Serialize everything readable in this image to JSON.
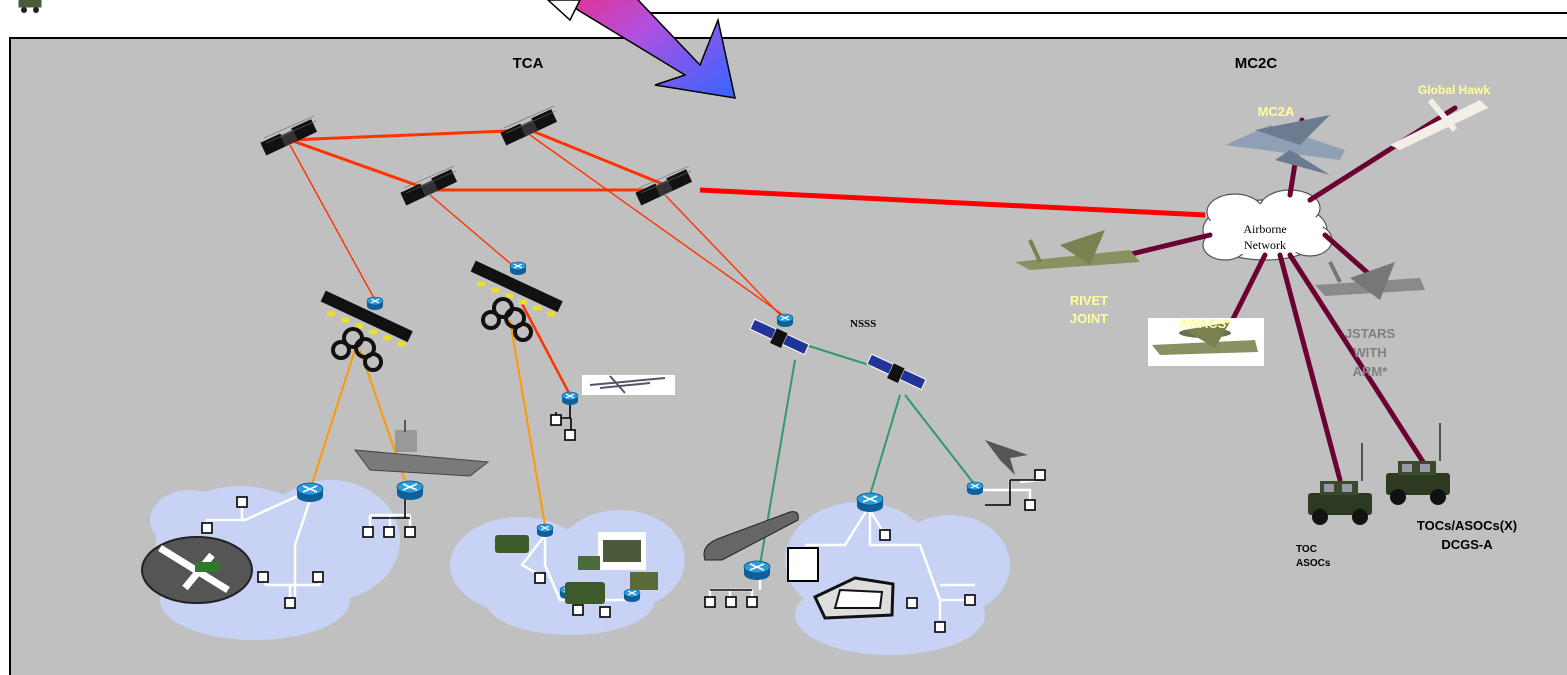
{
  "sections": {
    "left": "TCA",
    "right": "MC2C"
  },
  "nodes": {
    "nsss": "NSSS",
    "airborne_network": [
      "Airborne",
      "Network"
    ],
    "mc2a": "MC2A",
    "global_hawk": "Global Hawk",
    "rivet_joint": [
      "RIVET",
      "JOINT"
    ],
    "awacs": "AWACS*",
    "jstars": [
      "JSTARS",
      "WITH",
      "ARM*"
    ],
    "toc": [
      "TOC",
      "ASOCs"
    ],
    "tocs": [
      "TOCs/ASOCs(X)",
      "DCGS-A"
    ]
  },
  "colors": {
    "background": "#c0c0c0",
    "tca_link": "#ff3300",
    "mc2c_link": "#ff0000",
    "airborne_link": "#6b0033",
    "ground_link": "#ff9900",
    "nsss_link": "#339966",
    "cloud": "#c7d2f5",
    "router": "#1f8fd6",
    "aircraft_label": "#ffff99",
    "jstars_label": "#808080"
  }
}
